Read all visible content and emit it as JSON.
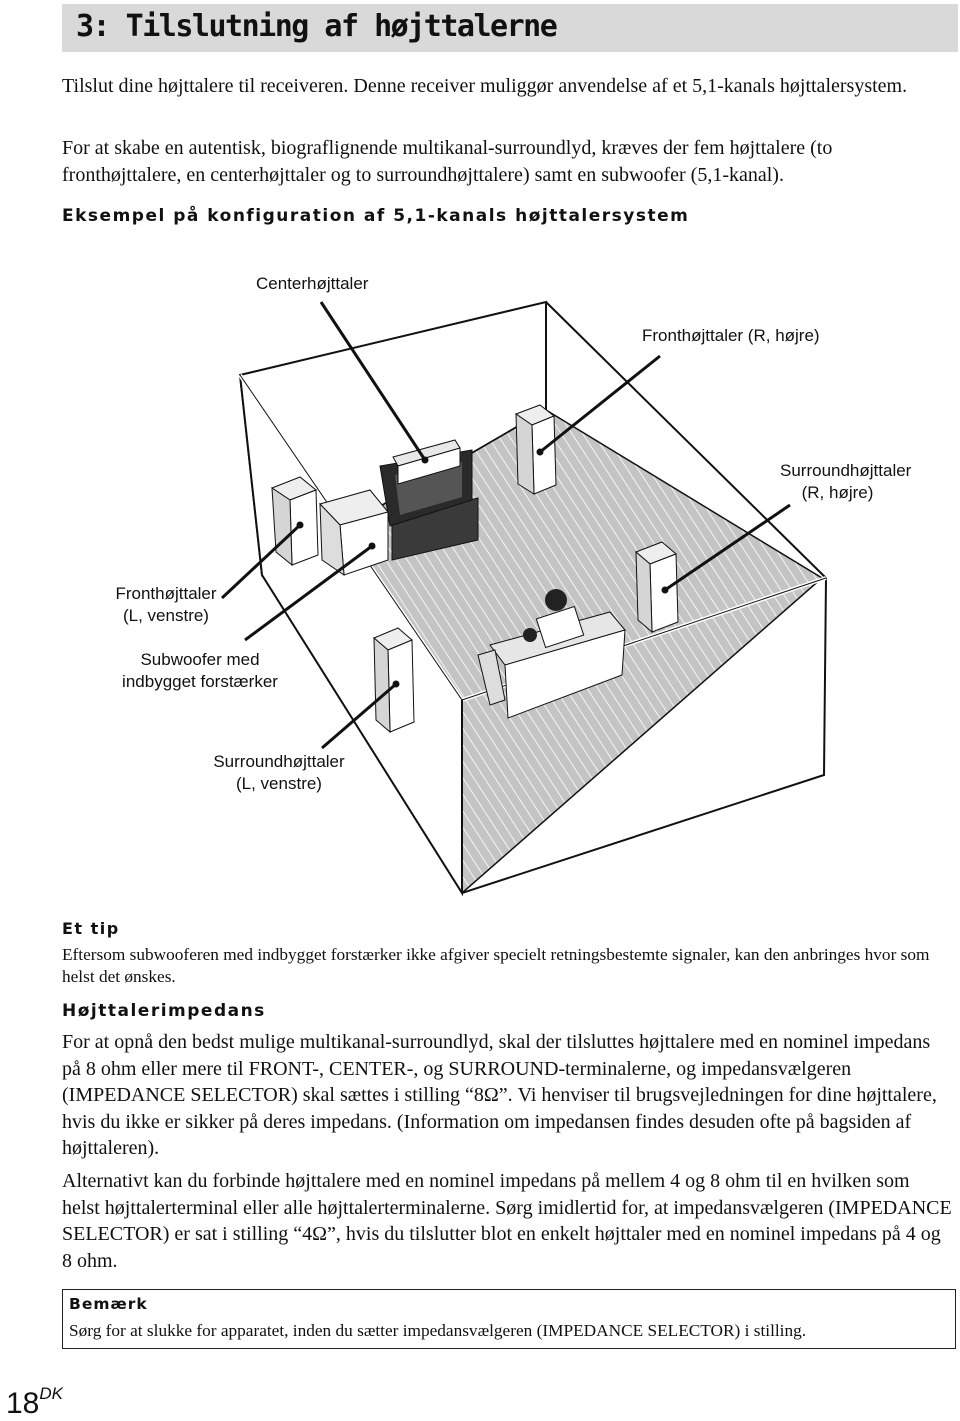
{
  "title": "3: Tilslutning af højttalerne",
  "intro": {
    "p1": "Tilslut dine højttalere til receiveren. Denne receiver muliggør anvendelse af et 5,1-kanals højttalersystem.",
    "p2": "For at skabe en autentisk, biograflignende multikanal-surroundlyd, kræves der fem højttalere (to fronthøjttalere, en centerhøjttaler og to surroundhøjttalere) samt en subwoofer (5,1-kanal)."
  },
  "example_heading": "Eksempel på konfiguration af 5,1-kanals højttalersystem",
  "diagram": {
    "labels": {
      "center": "Centerhøjttaler",
      "front_right": "Fronthøjttaler (R, højre)",
      "surround_right_1": "Surroundhøjttaler",
      "surround_right_2": "(R, højre)",
      "front_left_1": "Fronthøjttaler",
      "front_left_2": "(L, venstre)",
      "subwoofer_1": "Subwoofer med",
      "subwoofer_2": "indbygget forstærker",
      "surround_left_1": "Surroundhøjttaler",
      "surround_left_2": "(L, venstre)"
    }
  },
  "tip": {
    "heading": "Et tip",
    "text": "Eftersom subwooferen med indbygget forstærker ikke afgiver specielt retningsbestemte signaler, kan den anbringes hvor som helst det ønskes."
  },
  "impedance": {
    "heading": "Højttalerimpedans",
    "p1": "For at opnå den bedst mulige multikanal-surroundlyd, skal der tilsluttes højttalere med en nominel impedans på 8 ohm eller mere til FRONT-, CENTER-, og SURROUND-terminalerne, og impedansvælgeren (IMPEDANCE SELECTOR) skal sættes i stilling “8Ω”. Vi henviser til brugsvejledningen for dine højttalere, hvis du ikke er sikker på deres impedans. (Information om impedansen findes desuden ofte på bagsiden af højttaleren).",
    "p2": "Alternativt kan du forbinde højttalere med en nominel impedans på mellem 4 og 8 ohm til en hvilken som helst højttalerterminal eller alle højttalerterminalerne. Sørg imidlertid for, at impedansvælgeren (IMPEDANCE SELECTOR) er sat i stilling “4Ω”, hvis du tilslutter blot en enkelt højttaler med en nominel impedans på 4 og 8 ohm."
  },
  "note": {
    "heading": "Bemærk",
    "text": "Sørg for at slukke for apparatet, inden du sætter impedansvælgeren (IMPEDANCE SELECTOR) i stilling."
  },
  "page": {
    "number": "18",
    "suffix": "DK"
  }
}
